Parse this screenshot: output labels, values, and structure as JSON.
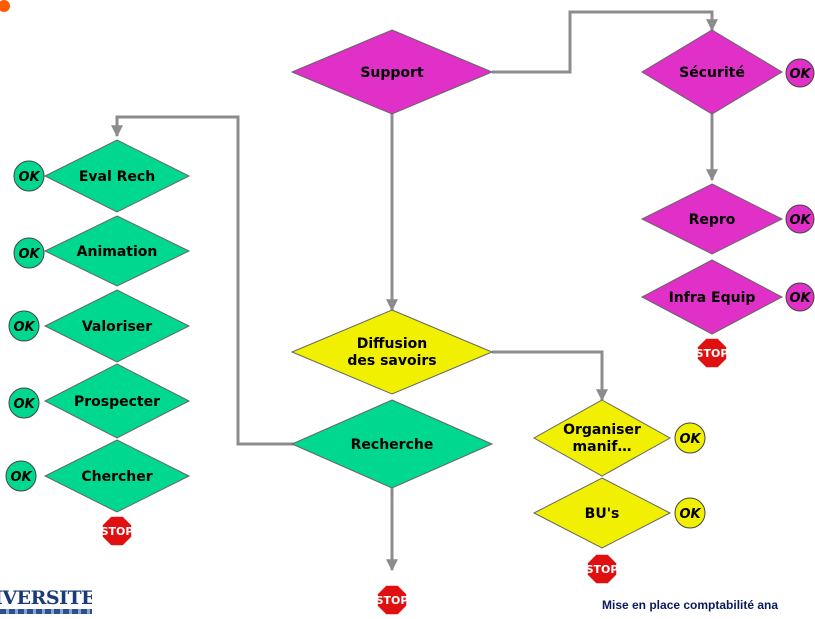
{
  "nodes": {
    "support": "Support",
    "securite": "Sécurité",
    "repro": "Repro",
    "infra": "Infra Equip",
    "diffusion_1": "Diffusion",
    "diffusion_2": "des savoirs",
    "recherche": "Recherche",
    "organiser_1": "Organiser",
    "organiser_2": "manif…",
    "bus": "BU's",
    "eval": "Eval Rech",
    "animation": "Animation",
    "valoriser": "Valoriser",
    "prospecter": "Prospecter",
    "chercher": "Chercher"
  },
  "ok_label": "OK",
  "stop_label": "STOP",
  "logo_text": "IVERSITE",
  "footer_text": "Mise en place comptabilité ana",
  "colors": {
    "magenta": "#e030c8",
    "yellow": "#f0f000",
    "green": "#00d890",
    "connector": "#8c8c8c",
    "stop": "#e01010"
  }
}
